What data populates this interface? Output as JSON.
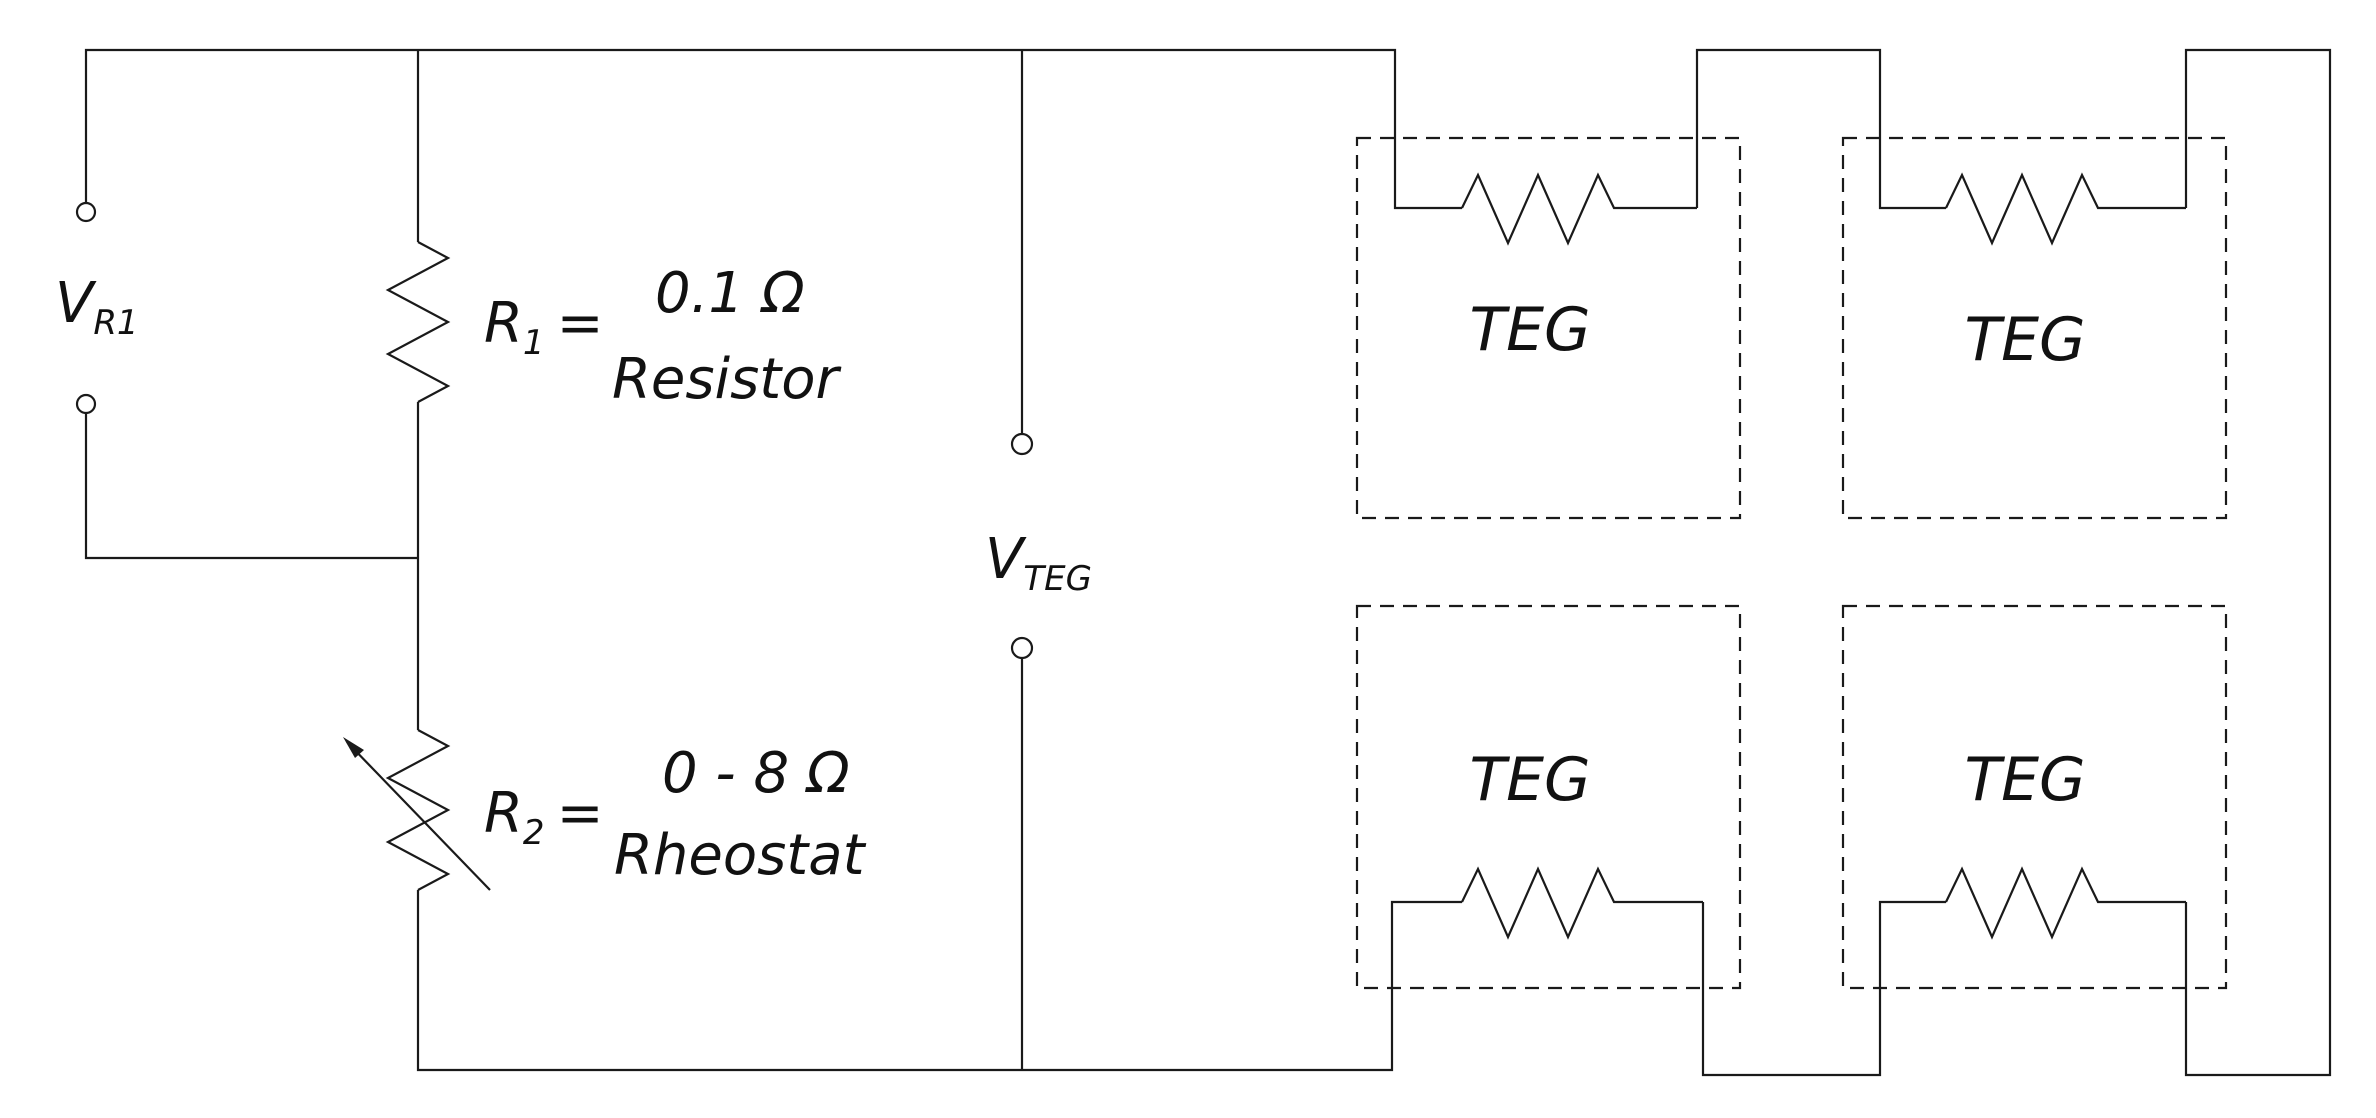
{
  "diagram": {
    "voltmeter_r1": {
      "symbol": "V",
      "subscript": "R1"
    },
    "voltmeter_teg": {
      "symbol": "V",
      "subscript": "TEG"
    },
    "r1": {
      "symbol": "R",
      "subscript": "1",
      "equals": "=",
      "value": "0.1 Ω",
      "kind": "Resistor"
    },
    "r2": {
      "symbol": "R",
      "subscript": "2",
      "equals": "=",
      "value": "0 - 8 Ω",
      "kind": "Rheostat"
    },
    "teg_modules": [
      {
        "label": "TEG"
      },
      {
        "label": "TEG"
      },
      {
        "label": "TEG"
      },
      {
        "label": "TEG"
      }
    ]
  }
}
